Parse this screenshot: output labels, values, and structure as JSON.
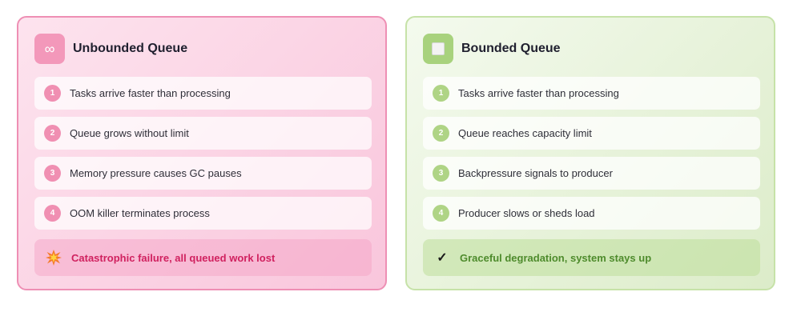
{
  "panels": [
    {
      "title": "Unbounded Queue",
      "icon": "infinity-icon",
      "icon_glyph": "∞",
      "accent": "#f398ba",
      "steps": [
        {
          "num": "1",
          "text": "Tasks arrive faster than processing"
        },
        {
          "num": "2",
          "text": "Queue grows without limit"
        },
        {
          "num": "3",
          "text": "Memory pressure causes GC pauses"
        },
        {
          "num": "4",
          "text": "OOM killer terminates process"
        }
      ],
      "outcome": {
        "icon": "explosion-icon",
        "text": "Catastrophic failure, all queued work lost",
        "color": "#d0215f"
      }
    },
    {
      "title": "Bounded Queue",
      "icon": "box-icon",
      "accent": "#a8d27d",
      "steps": [
        {
          "num": "1",
          "text": "Tasks arrive faster than processing"
        },
        {
          "num": "2",
          "text": "Queue reaches capacity limit"
        },
        {
          "num": "3",
          "text": "Backpressure signals to producer"
        },
        {
          "num": "4",
          "text": "Producer slows or sheds load"
        }
      ],
      "outcome": {
        "icon": "checkmark-icon",
        "icon_glyph": "✓",
        "text": "Graceful degradation, system stays up",
        "color": "#4e8b2c"
      }
    }
  ]
}
